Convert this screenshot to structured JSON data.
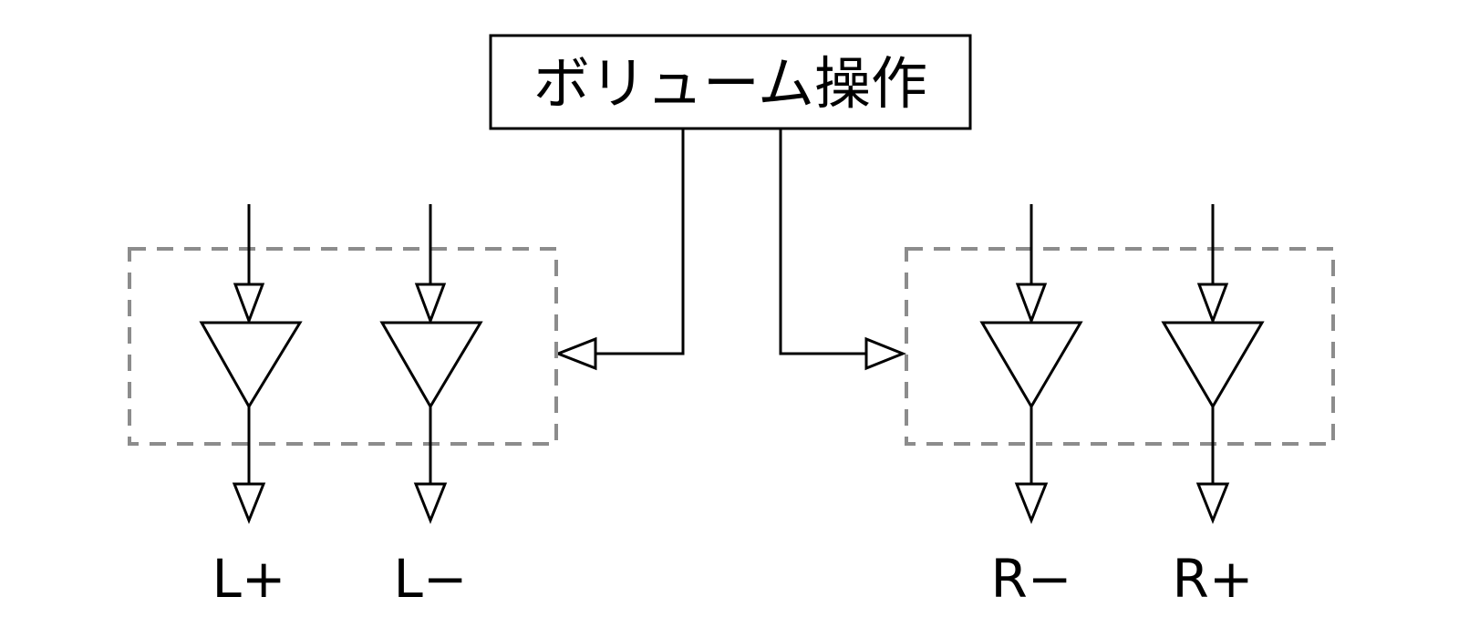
{
  "control": {
    "label": "ボリューム操作"
  },
  "left_channel": {
    "outputs": [
      {
        "label": "L+"
      },
      {
        "label": "L−"
      }
    ]
  },
  "right_channel": {
    "outputs": [
      {
        "label": "R−"
      },
      {
        "label": "R+"
      }
    ]
  },
  "colors": {
    "line": "#000000",
    "group_border": "#8c8c8c",
    "background": "#ffffff"
  }
}
